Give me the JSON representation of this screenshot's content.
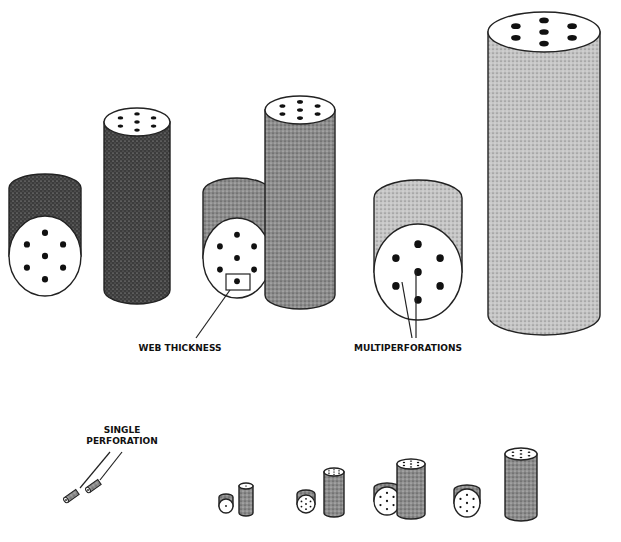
{
  "diagram": {
    "labels": [
      "WEB THICKNESS",
      "MULTIPERFORATIONS",
      "SINGLE PERFORATION"
    ]
  }
}
